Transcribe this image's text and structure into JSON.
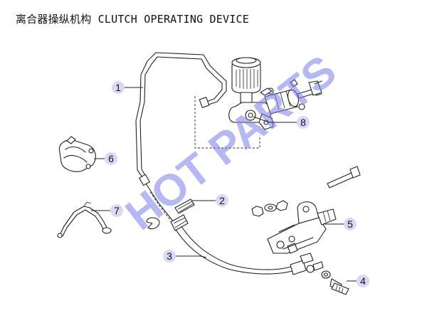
{
  "header": {
    "title": "离合器操纵机构 CLUTCH OPERATING DEVICE"
  },
  "watermark": {
    "text": "HOT PARTS",
    "color": "#7b7fe6"
  },
  "callouts": [
    {
      "id": "1",
      "label": "1"
    },
    {
      "id": "2",
      "label": "2"
    },
    {
      "id": "3",
      "label": "3"
    },
    {
      "id": "4",
      "label": "4"
    },
    {
      "id": "5",
      "label": "5"
    },
    {
      "id": "6",
      "label": "6"
    },
    {
      "id": "7",
      "label": "7"
    },
    {
      "id": "8",
      "label": "8"
    }
  ],
  "colors": {
    "callout_bubble": "#d7d9f6",
    "line": "#222222"
  }
}
